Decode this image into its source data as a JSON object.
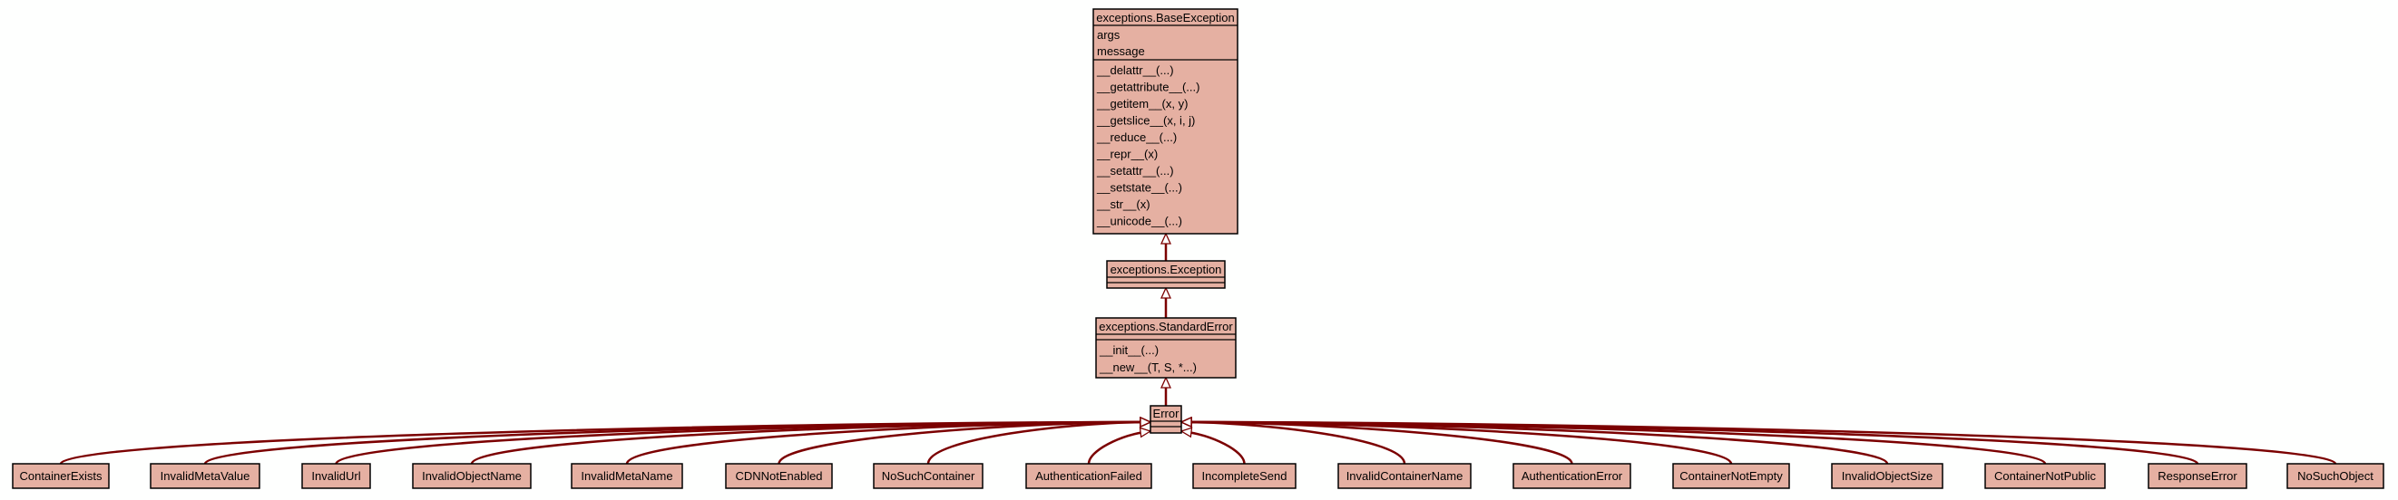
{
  "classes": {
    "base_exception": {
      "name": "exceptions.BaseException",
      "attributes": [
        "args",
        "message"
      ],
      "methods": [
        "__delattr__(...)",
        "__getattribute__(...)",
        "__getitem__(x, y)",
        "__getslice__(x, i, j)",
        "__reduce__(...)",
        "__repr__(x)",
        "__setattr__(...)",
        "__setstate__(...)",
        "__str__(x)",
        "__unicode__(...)"
      ]
    },
    "exception": {
      "name": "exceptions.Exception"
    },
    "standard_error": {
      "name": "exceptions.StandardError",
      "methods": [
        "__init__(...)",
        "__new__(T, S, *...)"
      ]
    },
    "error": {
      "name": "Error"
    },
    "subclasses": [
      "ContainerExists",
      "InvalidMetaValue",
      "InvalidUrl",
      "InvalidObjectName",
      "InvalidMetaName",
      "CDNNotEnabled",
      "NoSuchContainer",
      "AuthenticationFailed",
      "IncompleteSend",
      "InvalidContainerName",
      "AuthenticationError",
      "ContainerNotEmpty",
      "InvalidObjectSize",
      "ContainerNotPublic",
      "ResponseError",
      "NoSuchObject"
    ]
  },
  "colors": {
    "node_fill": "#e5b0a2",
    "node_stroke": "#000000",
    "edge": "#7b0000",
    "background": "#fefffe"
  }
}
